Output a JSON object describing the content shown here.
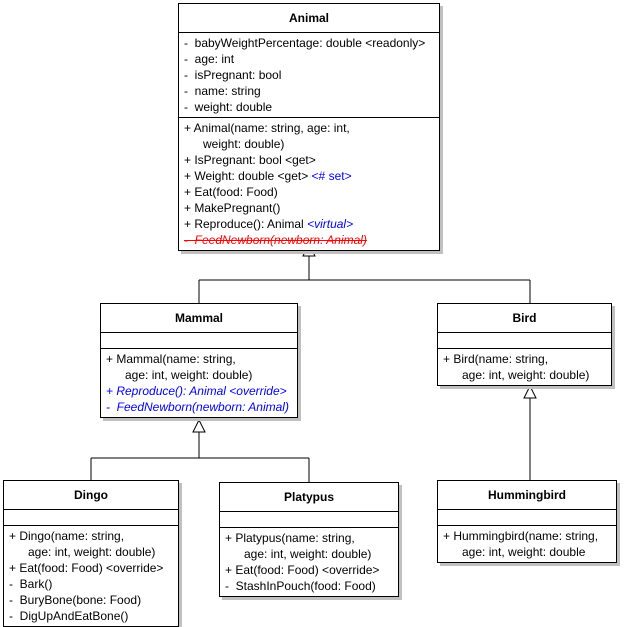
{
  "diagram": {
    "title": "Animal class hierarchy UML diagram",
    "colors": {
      "box_fill": "#ffffff",
      "box_border": "#000000",
      "shadow": "#c0c0c0",
      "text": "#000000",
      "virtual_blue": "#0000ff",
      "removed_red": "#ff0000"
    }
  },
  "classes": {
    "animal": {
      "name": "Animal",
      "attributes": [
        "-  babyWeightPercentage: double <readonly>",
        "-  age: int",
        "-  isPregnant: bool",
        "-  name: string",
        "-  weight: double"
      ],
      "operations": [
        "+ Animal(name: string, age: int,",
        "weight: double)",
        "+ IsPregnant: bool <get>",
        "+ Weight: double <get> ",
        "<# set>",
        "+ Eat(food: Food)",
        "+ MakePregnant()",
        "+ Reproduce(): Animal ",
        "<virtual>",
        "-  FeedNewborn(newborn: Animal)"
      ]
    },
    "mammal": {
      "name": "Mammal",
      "attributes": [],
      "operations": [
        "+ Mammal(name: string,",
        "age: int, weight: double)",
        "+ Reproduce(): Animal <override>",
        "-  FeedNewborn(newborn: Animal)"
      ]
    },
    "bird": {
      "name": "Bird",
      "attributes": [],
      "operations": [
        "+ Bird(name: string,",
        "age: int, weight: double)"
      ]
    },
    "dingo": {
      "name": "Dingo",
      "attributes": [],
      "operations": [
        "+ Dingo(name: string,",
        "age: int, weight: double)",
        "+ Eat(food: Food) <override>",
        "-  Bark()",
        "-  BuryBone(bone: Food)",
        "-  DigUpAndEatBone()"
      ]
    },
    "platypus": {
      "name": "Platypus",
      "attributes": [],
      "operations": [
        "+ Platypus(name: string,",
        "age: int, weight: double)",
        "+ Eat(food: Food) <override>",
        "-  StashInPouch(food: Food)"
      ]
    },
    "hummingbird": {
      "name": "Hummingbird",
      "attributes": [],
      "operations": [
        "+ Hummingbird(name: string,",
        "age: int, weight: double"
      ]
    }
  },
  "relationships": [
    {
      "from": "Mammal",
      "to": "Animal",
      "type": "generalization"
    },
    {
      "from": "Bird",
      "to": "Animal",
      "type": "generalization"
    },
    {
      "from": "Dingo",
      "to": "Mammal",
      "type": "generalization"
    },
    {
      "from": "Platypus",
      "to": "Mammal",
      "type": "generalization"
    },
    {
      "from": "Hummingbird",
      "to": "Bird",
      "type": "generalization"
    }
  ]
}
